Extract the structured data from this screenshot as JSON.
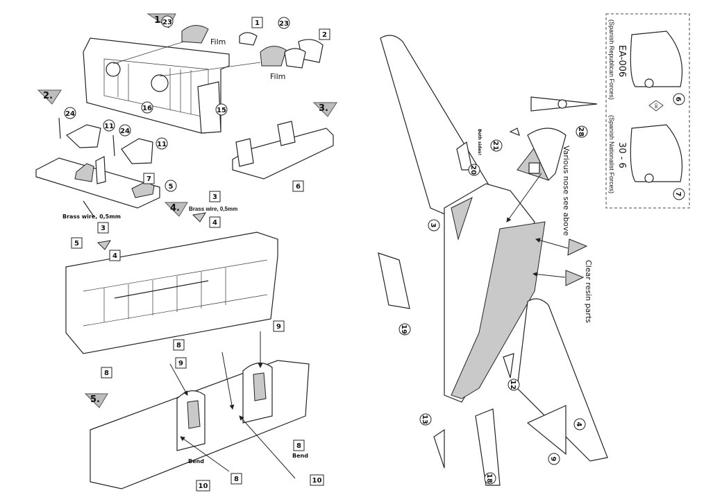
{
  "steps": [
    "1.",
    "2.",
    "3.",
    "4.",
    "5."
  ],
  "left_labels": {
    "film_1": "Film",
    "film_2": "Film",
    "brass_wire_1": "Brass wire, 0,5mm",
    "brass_wire_2": "Brass wire, 0,5mm",
    "bend_1": "Bend",
    "bend_2": "Bend"
  },
  "part_numbers_left": {
    "p23a": "23",
    "p1": "1",
    "p23b": "23",
    "p2": "2",
    "p16": "16",
    "p15": "15",
    "p24a": "24",
    "p11a": "11",
    "p24b": "24",
    "p11b": "11",
    "p7": "7",
    "p5a": "5",
    "p6": "6",
    "p3a": "3",
    "p4a": "4",
    "p5b": "5",
    "p3b": "3",
    "p4b": "4",
    "p9a": "9",
    "p8a": "8",
    "p9b": "9",
    "p8b": "8",
    "p8c": "8",
    "p8d": "8",
    "p10a": "10",
    "p10b": "10"
  },
  "variants_box": {
    "variant_a_title": "EA-006",
    "variant_a_sub": "(Spanish Republican Forces)",
    "or_label": "OR",
    "variant_b_title": "30 - 6",
    "variant_b_sub": "(Spanish Nationalist Forces)",
    "variant_a_part": "6",
    "variant_b_part": "7"
  },
  "right_labels": {
    "various_nose": "Various nose see above",
    "clear_resin": "Clear resin parts",
    "both_sides": "Both sides!"
  },
  "part_numbers_right": {
    "p28": "28",
    "p21": "21",
    "p20": "20",
    "p3": "3",
    "p19": "19",
    "p12": "12",
    "p13": "13",
    "p18": "18",
    "p9": "9",
    "p4": "4"
  }
}
